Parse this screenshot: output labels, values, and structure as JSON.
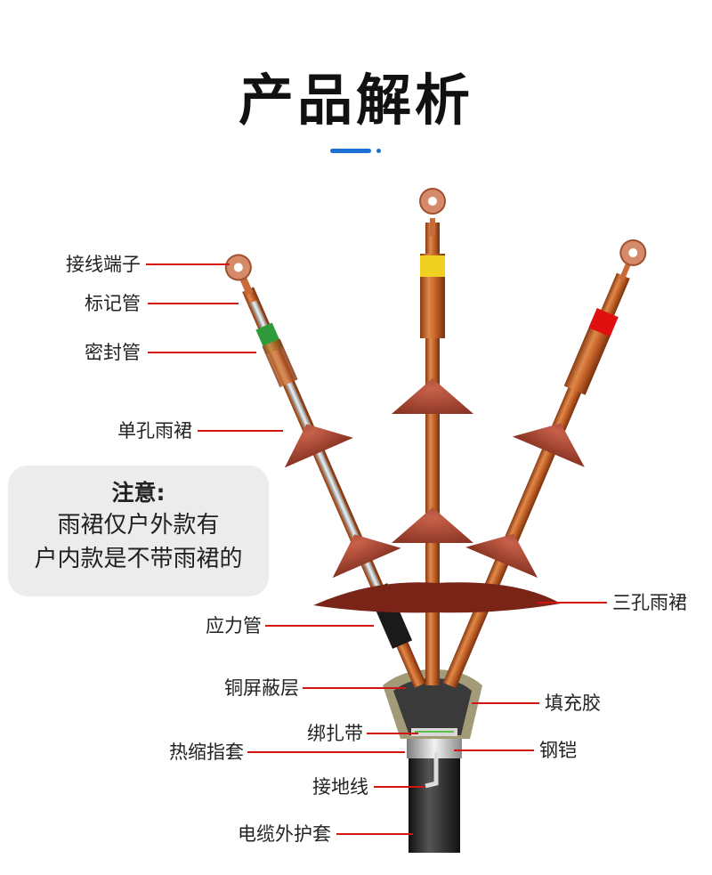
{
  "title": "产品解析",
  "accent_color": "#1c6fd4",
  "leader_color": "#d21414",
  "note": {
    "heading": "注意:",
    "line1": "雨裙仅户外款有",
    "line2": "户内款是不带雨裙的"
  },
  "labels": {
    "terminal": "接线端子",
    "marker_tube": "标记管",
    "seal_tube": "密封管",
    "single_hole_skirt": "单孔雨裙",
    "stress_tube": "应力管",
    "copper_shield": "铜屏蔽层",
    "binding_band": "绑扎带",
    "heat_shrink_glove": "热缩指套",
    "ground_wire": "接地线",
    "outer_sheath": "电缆外护套",
    "triple_hole_skirt": "三孔雨裙",
    "filler_glue": "填充胶",
    "steel_armor": "钢铠"
  },
  "phase_colors": {
    "left": "#2e9a3a",
    "center": "#f0d020",
    "right": "#e01010"
  }
}
